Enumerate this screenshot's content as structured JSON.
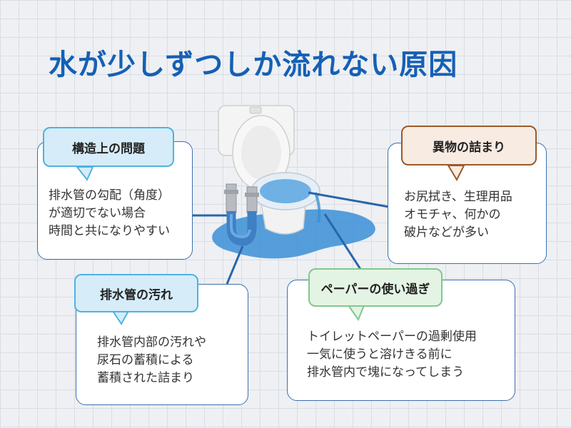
{
  "title": "水が少しずつしか流れない原因",
  "cards": {
    "structure": {
      "label": "構造上の問題",
      "lines": [
        "排水管の勾配（角度）",
        "が適切でない場合",
        "時間と共になりやすい"
      ]
    },
    "foreign": {
      "label": "異物の詰まり",
      "lines": [
        "お尻拭き、生理用品",
        "オモチャ、何かの",
        "破片などが多い"
      ]
    },
    "dirt": {
      "label": "排水管の汚れ",
      "lines": [
        "排水管内部の汚れや",
        "尿石の蓄積による",
        "蓄積された詰まり"
      ]
    },
    "paper": {
      "label": "ペーパーの使い過ぎ",
      "lines": [
        "トイレットペーパーの過剰使用",
        "一気に使うと溶けきる前に",
        "排水管内で塊になってしまう"
      ]
    }
  },
  "colors": {
    "title": "#1560b5",
    "structure_accent": "#4db3e0",
    "foreign_accent": "#9b5a2a",
    "dirt_accent": "#4db3e0",
    "paper_accent": "#7fc98a",
    "water": "#3a8fd6"
  }
}
